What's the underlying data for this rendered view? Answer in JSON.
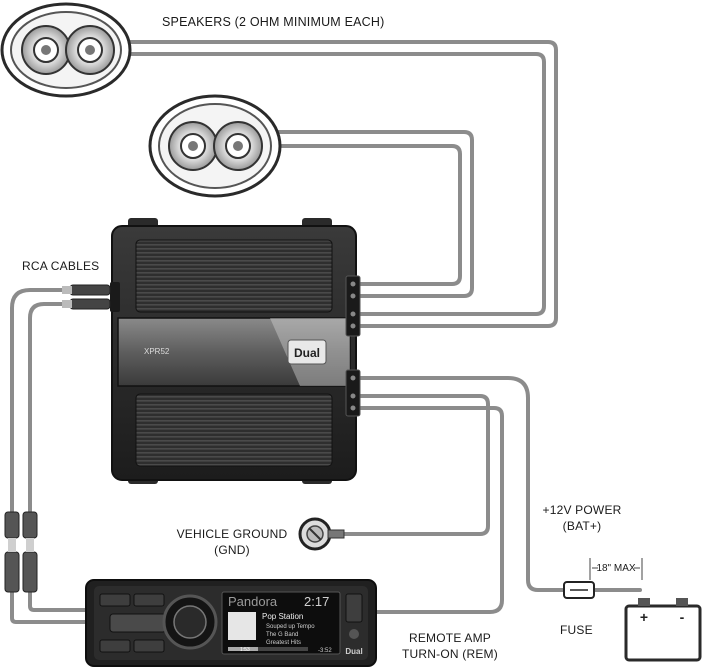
{
  "labels": {
    "speakers": "SPEAKERS (2 OHM MINIMUM EACH)",
    "rca": "RCA CABLES",
    "ground_line1": "VEHICLE GROUND",
    "ground_line2": "(GND)",
    "power_line1": "+12V POWER",
    "power_line2": "(BAT+)",
    "fuse_distance": "18\" MAX",
    "fuse": "FUSE",
    "remote_line1": "REMOTE AMP",
    "remote_line2": "TURN-ON (REM)"
  },
  "amplifier": {
    "brand": "Dual",
    "model": "XPR52"
  },
  "battery": {
    "plus": "+",
    "minus": "-"
  },
  "head_unit": {
    "source": "Pandora",
    "time": "2:17",
    "station": "Pop Station",
    "track": "Souped up Tempo",
    "artist": "The G Band",
    "album": "Greatest Hits",
    "elapsed": "1:53",
    "remaining": "-3:52",
    "brand": "Dual"
  },
  "colors": {
    "wire": "#8c8c8c",
    "device_dark": "#2b2b2b"
  }
}
